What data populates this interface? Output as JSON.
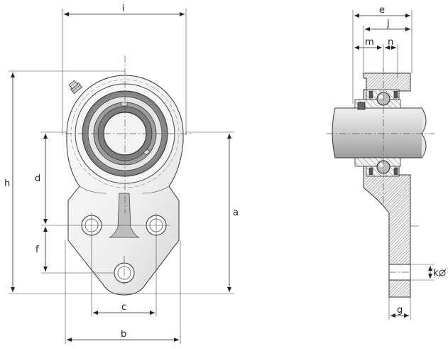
{
  "dimensions": {
    "i": "i",
    "e": "e",
    "j": "j",
    "m": "m",
    "n": "n",
    "h": "h",
    "d": "d",
    "f": "f",
    "a": "a",
    "c": "c",
    "b": "b",
    "k": "k",
    "g": "g"
  },
  "colors": {
    "line": "#333333",
    "hatch": "#555555",
    "body_light": "#f2f2f2",
    "body_shade": "#d9d9d9",
    "bearing_dark": "#8a8a8a",
    "shaft": "#c8c8c8"
  }
}
